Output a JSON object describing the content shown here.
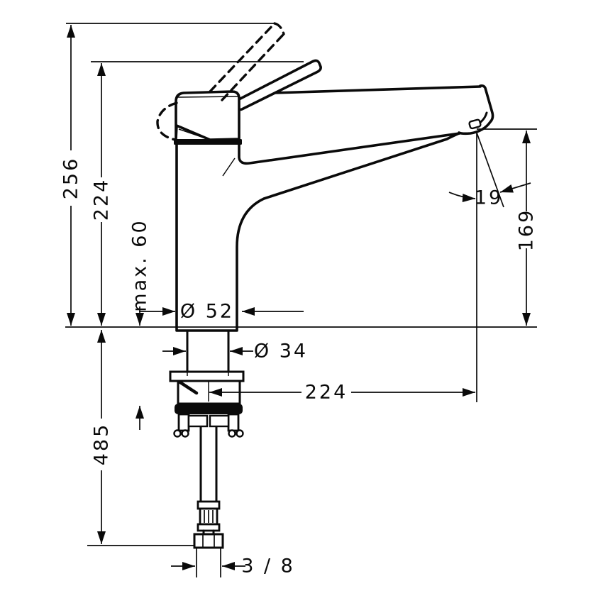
{
  "colors": {
    "ink": "#0a0a0a",
    "background": "#ffffff"
  },
  "dimensions": {
    "overall_height": "256",
    "handle_height": "224",
    "max_counter_thickness": "max. 60",
    "body_diameter": "Ø 52",
    "shank_diameter": "Ø 34",
    "spout_reach": "224",
    "outlet_offset": "19",
    "outlet_height": "169",
    "hose_length": "485",
    "connection_size": "3 / 8"
  }
}
